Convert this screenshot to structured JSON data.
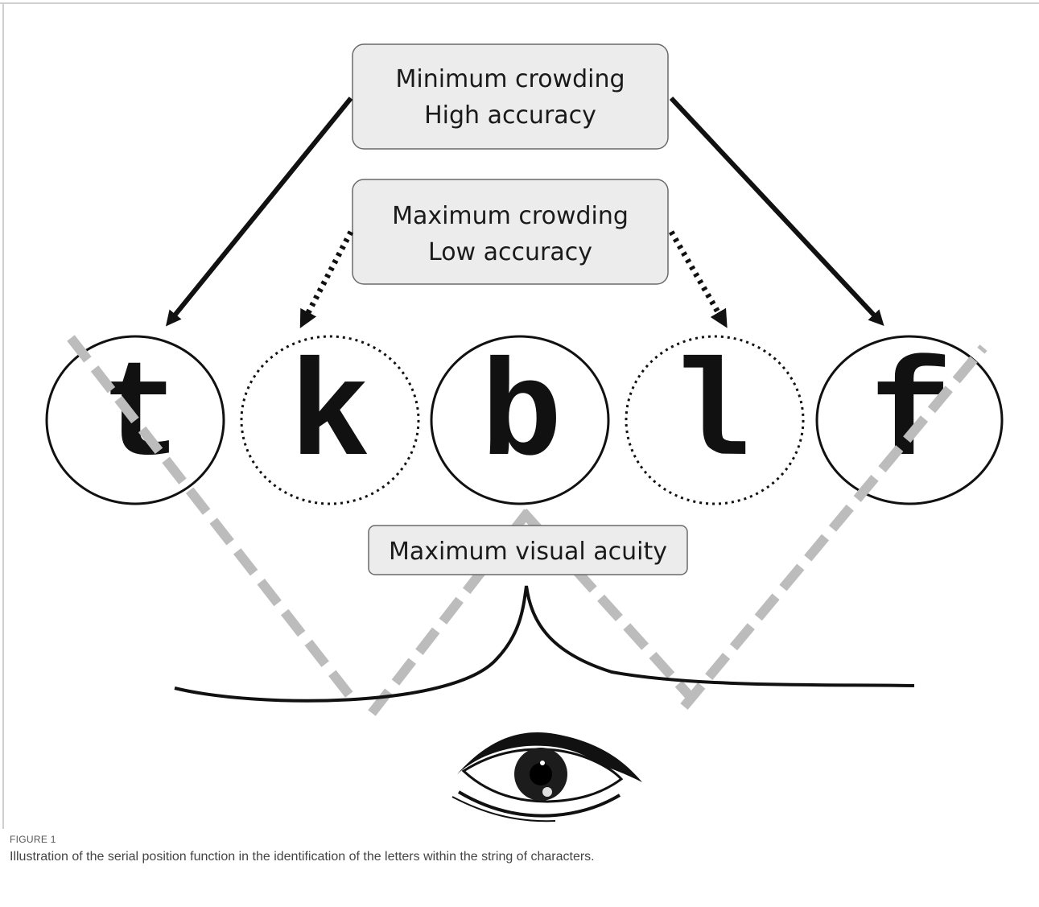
{
  "boxes": {
    "top": {
      "line1": "Minimum crowding",
      "line2": "High accuracy"
    },
    "middle": {
      "line1": "Maximum crowding",
      "line2": "Low accuracy"
    },
    "bottom": {
      "line1": "Maximum visual acuity"
    }
  },
  "letters": [
    "t",
    "k",
    "b",
    "l",
    "f"
  ],
  "caption": {
    "label": "FIGURE 1",
    "text": "Illustration of the serial position function in the identification of the letters within the string of characters."
  },
  "colors": {
    "dashed_gray": "#bcbcbc",
    "box_fill": "#ececec",
    "ink": "#111111"
  }
}
